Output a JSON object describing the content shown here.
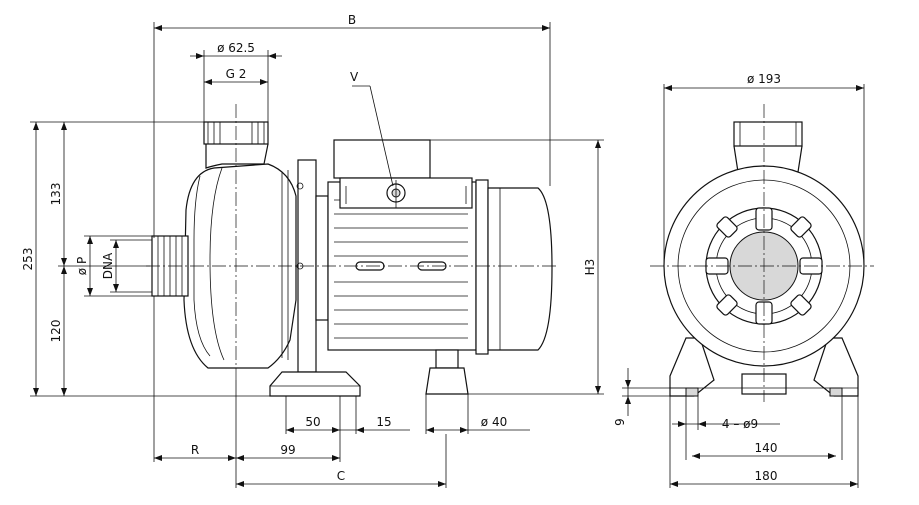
{
  "side_view": {
    "overall_length": "B",
    "flange_diameter": "ø 62.5",
    "outlet_thread": "G 2",
    "valve": "V",
    "height_upper": "133",
    "height_total": "253",
    "height_lower": "120",
    "inlet_diameter": "ø P",
    "inlet_nominal": "DNA",
    "motor_height": "H3",
    "foot_span": "50",
    "foot_offset": "15",
    "support_diameter": "ø 40",
    "inlet_to_foot": "R",
    "foot_to_axis": "99",
    "axis_to_support": "C"
  },
  "front_view": {
    "casing_diameter": "ø 193",
    "foot_height": "9",
    "mounting_holes": "4 – ø9",
    "hole_spacing": "140",
    "base_width": "180"
  }
}
